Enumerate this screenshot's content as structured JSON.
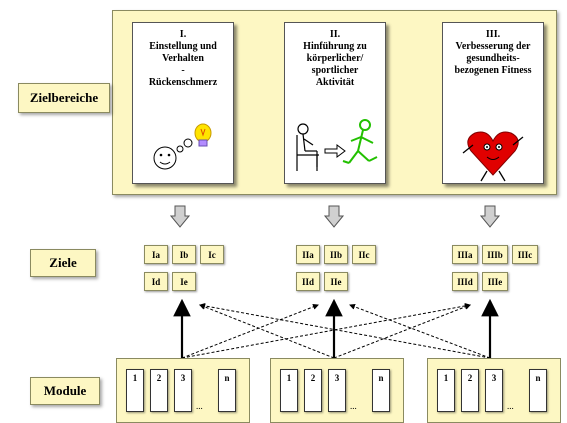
{
  "labels": {
    "zielbereiche": "Zielbereiche",
    "ziele": "Ziele",
    "module": "Module"
  },
  "areas": [
    {
      "text": "I.\nEinstellung und\nVerhalten\n-\nRückenschmerz"
    },
    {
      "text": "II.\nHinführung zu\nkörperlicher/\nsportlicher\nAktivität"
    },
    {
      "text": "III.\nVerbesserung der\ngesundheits-\nbezogenen Fitness"
    }
  ],
  "goals": [
    [
      "Ia",
      "Ib",
      "Ic",
      "Id",
      "Ie"
    ],
    [
      "IIa",
      "IIb",
      "IIc",
      "IId",
      "IIe"
    ],
    [
      "IIIa",
      "IIIb",
      "IIIc",
      "IIId",
      "IIIe"
    ]
  ],
  "modules": {
    "items": [
      "1",
      "2",
      "3",
      "n"
    ],
    "ellipsis": "..."
  },
  "colors": {
    "panel": "#fdf7c3",
    "border": "#8a8a60",
    "person_green": "#22c000",
    "heart": "#e00000"
  }
}
